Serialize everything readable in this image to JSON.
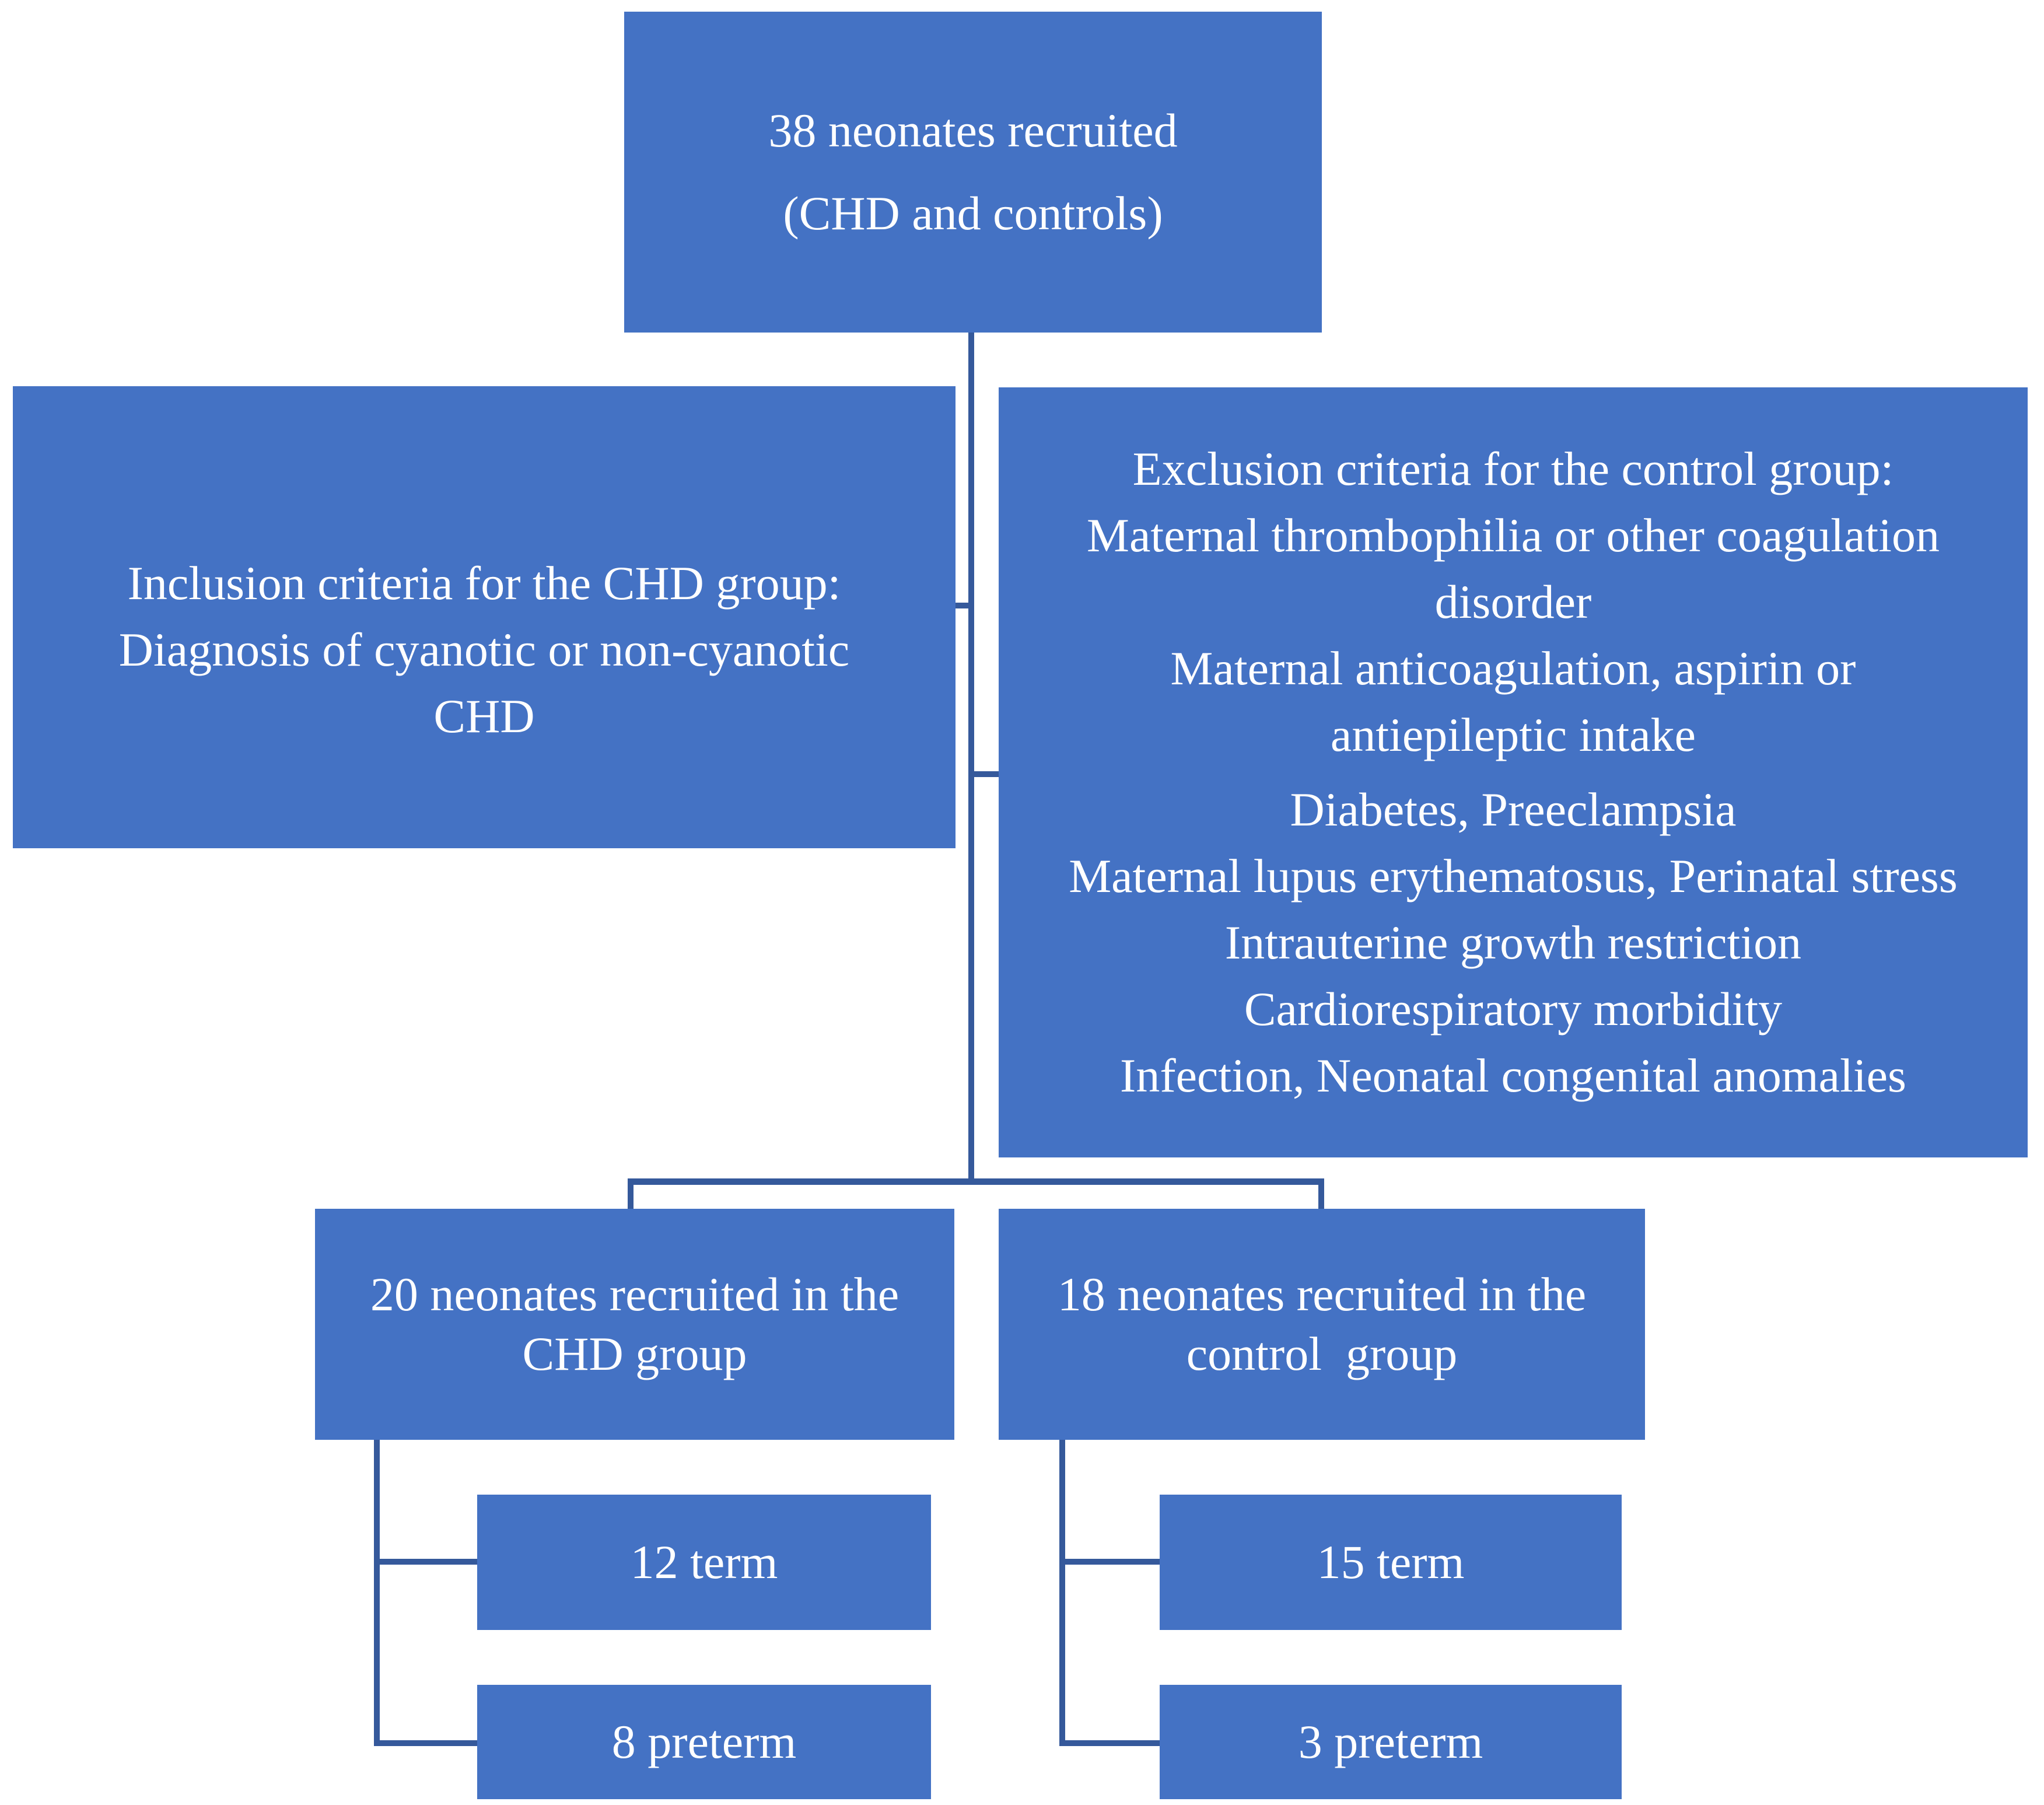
{
  "figure": {
    "type": "flowchart",
    "colors": {
      "box_fill": "#4472C4",
      "line_color": "#35599B",
      "text_color": "#FFFFFF",
      "background": "#FFFFFF"
    }
  },
  "boxes": {
    "top": {
      "lines": [
        "38 neonates recruited",
        "(CHD and controls)"
      ]
    },
    "inclusion": {
      "lines": [
        "Inclusion criteria for the CHD group:",
        "Diagnosis of cyanotic or non-cyanotic",
        "CHD"
      ]
    },
    "exclusion": {
      "lines": [
        "Exclusion criteria for the control group:",
        "Maternal thrombophilia or other coagulation",
        "disorder",
        "Maternal anticoagulation, aspirin or",
        "antiepileptic intake",
        "Diabetes, Preeclampsia",
        "Maternal lupus erythematosus, Perinatal stress",
        "Intrauterine growth restriction",
        "Cardiorespiratory morbidity",
        "Infection, Neonatal congenital anomalies"
      ]
    },
    "chd_group": {
      "lines": [
        "20 neonates recruited in the",
        "CHD group"
      ]
    },
    "control_group": {
      "lines": [
        "18 neonates recruited in the",
        "control  group"
      ]
    },
    "chd_term": {
      "label": "12 term"
    },
    "chd_preterm": {
      "label": "8 preterm"
    },
    "control_term": {
      "label": "15 term"
    },
    "control_preterm": {
      "label": "3 preterm"
    }
  }
}
